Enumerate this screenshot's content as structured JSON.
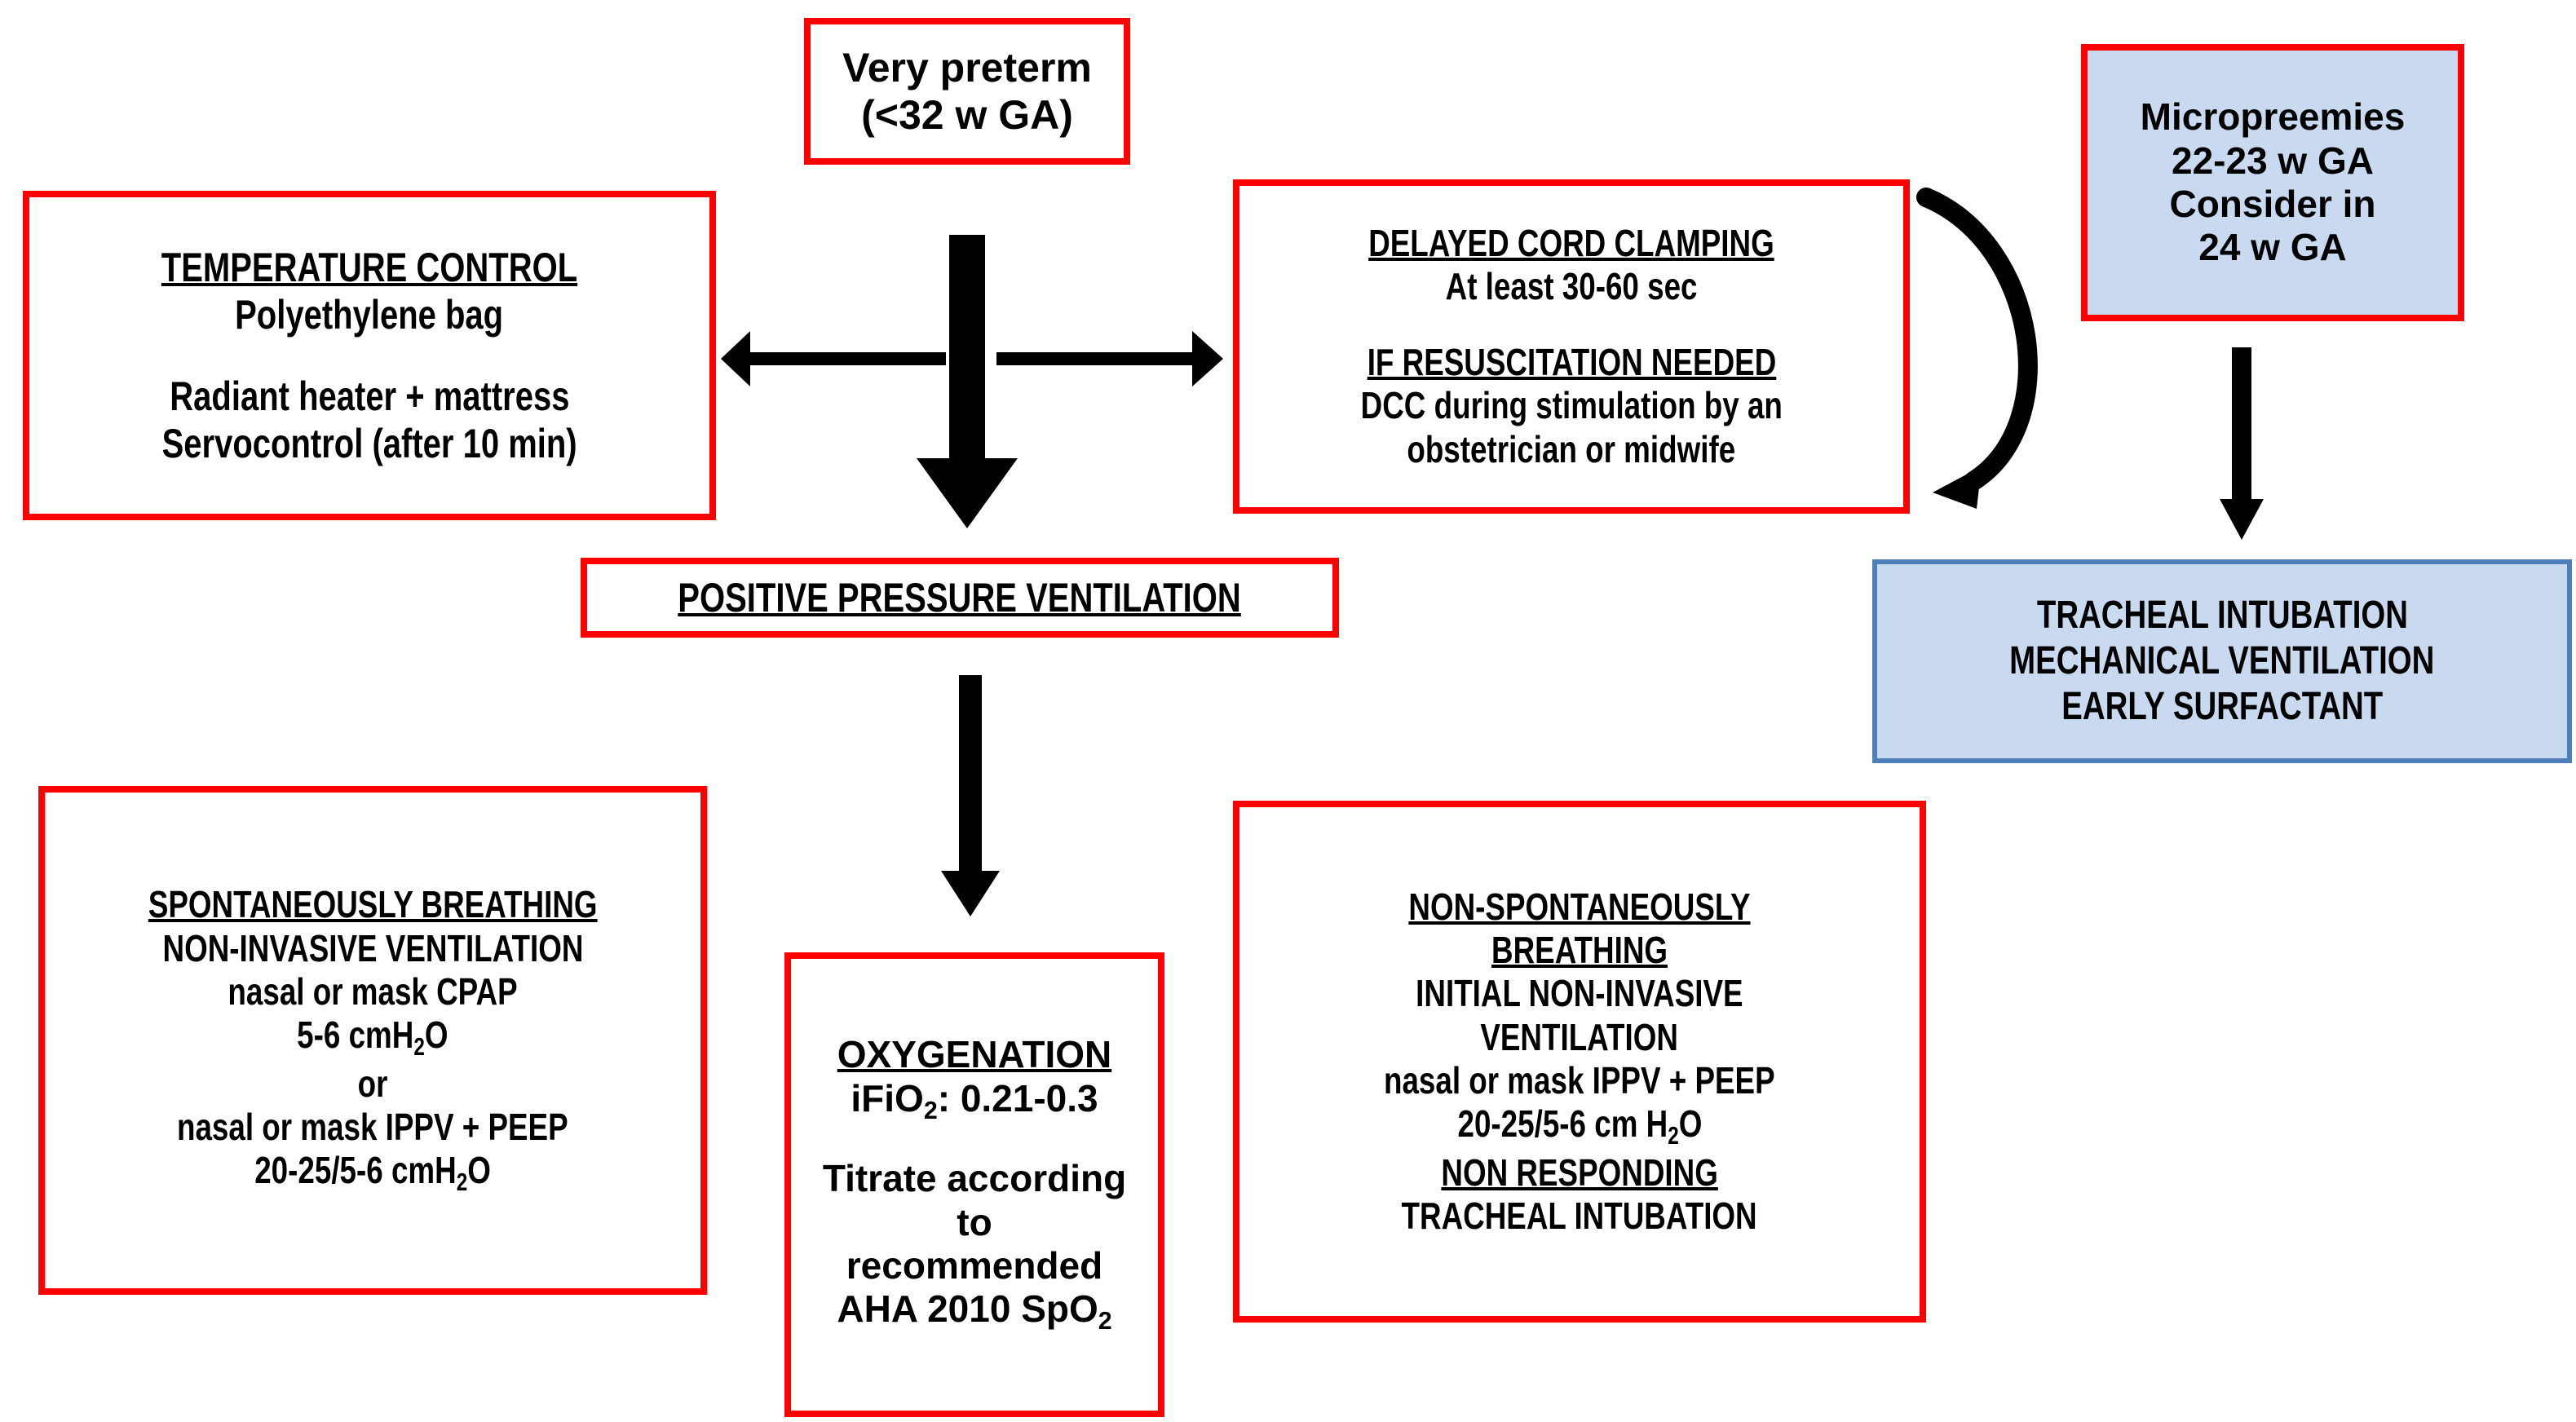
{
  "title": "Very preterm (<32 w GA) delivery room management flowchart",
  "colors": {
    "red_border": "#FF0000",
    "blue_fill": "#C9DAF0",
    "blue_border": "#4E7FB8",
    "arrow": "#000000"
  },
  "boxes": {
    "very_preterm": {
      "lines": [
        "Very preterm",
        "(<32 w GA)"
      ]
    },
    "temperature_control": {
      "heading": "TEMPERATURE CONTROL",
      "lines": [
        "Polyethylene bag",
        "",
        "Radiant heater + mattress",
        "Servocontrol (after 10 min)"
      ]
    },
    "delayed_cord_clamping": {
      "heading": "DELAYED CORD CLAMPING",
      "subline": "At least 30-60 sec",
      "heading2": "IF RESUSCITATION NEEDED",
      "lines2": [
        "DCC during stimulation by an",
        "obstetrician or midwife"
      ]
    },
    "micropreemies": {
      "lines": [
        "Micropreemies",
        "22-23 w GA",
        "Consider in",
        "24 w GA"
      ]
    },
    "tracheal_intubation": {
      "lines": [
        "TRACHEAL INTUBATION",
        "MECHANICAL VENTILATION",
        "EARLY SURFACTANT"
      ]
    },
    "positive_pressure_ventilation": {
      "heading": "POSITIVE PRESSURE VENTILATION"
    },
    "spontaneously_breathing": {
      "heading": "SPONTANEOUSLY BREATHING",
      "line2": "NON-INVASIVE VENTILATION",
      "line3": "nasal or mask CPAP",
      "line4_pre": "5-6 cmH",
      "line4_sub": "2",
      "line4_post": "O",
      "line5": "or",
      "line6": "nasal or mask IPPV + PEEP",
      "line7_pre": "20-25/5-6 cmH",
      "line7_sub": "2",
      "line7_post": "O"
    },
    "oxygenation": {
      "heading": "OXYGENATION",
      "ifio2_pre": "iFiO",
      "ifio2_sub": "2",
      "ifio2_post": ": 0.21-0.3",
      "lines": [
        "Titrate according",
        "to",
        "recommended"
      ],
      "last_pre": "AHA 2010 SpO",
      "last_sub": "2"
    },
    "non_spontaneously_breathing": {
      "heading1": "NON-SPONTANEOUSLY",
      "heading2": "BREATHING",
      "line3": "INITIAL NON-INVASIVE",
      "line4": "VENTILATION",
      "line5": "nasal or mask IPPV + PEEP",
      "line6_pre": "20-25/5-6 cm H",
      "line6_sub": "2",
      "line6_post": "O",
      "heading3": "NON RESPONDING",
      "line8": "TRACHEAL INTUBATION"
    }
  },
  "arrows": {
    "very_preterm_down": "down-arrow",
    "to_temperature_control": "left-arrow",
    "to_delayed_cord_clamping": "right-arrow",
    "micropreemies_curve": "curved-arrow",
    "micropreemies_down": "down-arrow",
    "ppv_down": "down-arrow"
  }
}
